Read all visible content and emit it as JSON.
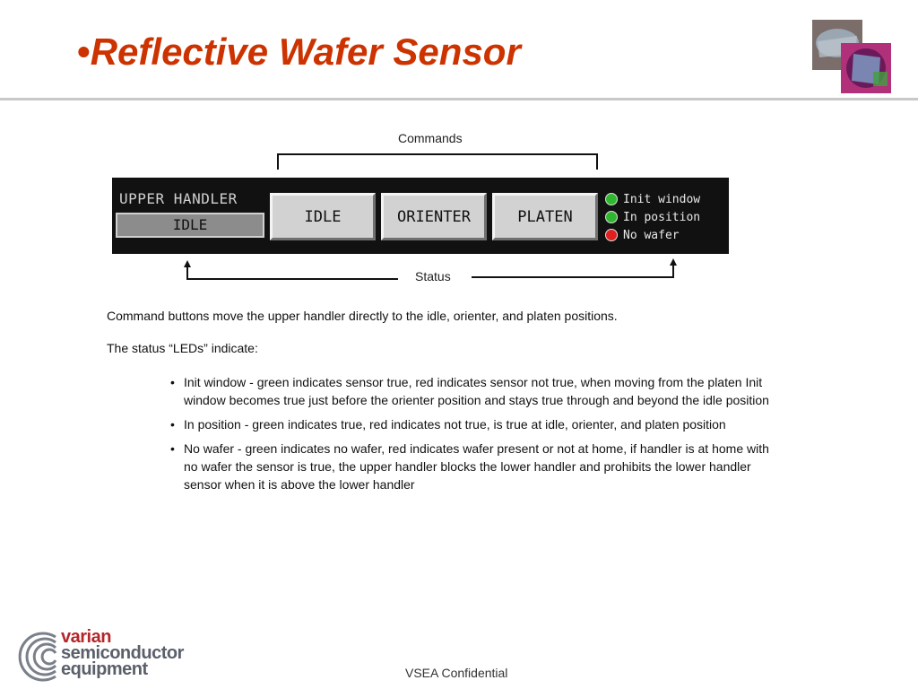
{
  "slide": {
    "bullet": "•",
    "title": "Reflective Wafer Sensor"
  },
  "diagram": {
    "commands_label": "Commands",
    "status_label": "Status",
    "panel": {
      "title": "UPPER HANDLER",
      "current_state": "IDLE",
      "buttons": [
        {
          "label": "IDLE"
        },
        {
          "label": "ORIENTER"
        },
        {
          "label": "PLATEN"
        }
      ],
      "leds": [
        {
          "label": "Init window",
          "color": "#2fb82f"
        },
        {
          "label": "In position",
          "color": "#2fb82f"
        },
        {
          "label": "No wafer",
          "color": "#e02020"
        }
      ]
    }
  },
  "body": {
    "intro": "Command buttons move the upper handler directly to the idle, orienter, and platen positions.",
    "leds_heading": "The status “LEDs” indicate:",
    "bullets": [
      "Init window - green indicates sensor true, red indicates sensor not true, when moving from the platen Init window becomes true just before the orienter position and stays true through and beyond the idle position",
      "In position - green indicates true, red indicates not true, is true at idle, orienter, and platen position",
      "No wafer - green indicates no wafer, red indicates wafer present or not at home, if handler is at home with no wafer the sensor is true, the upper handler blocks the lower handler and prohibits the lower handler sensor when it is above the lower handler"
    ]
  },
  "footer": {
    "brand_line1": "varian",
    "brand_line2": "semiconductor",
    "brand_line3": "equipment",
    "confidential": "VSEA Confidential"
  },
  "colors": {
    "title": "#cc3300",
    "brand_red": "#b4262a",
    "brand_gray": "#5a5f6a"
  }
}
